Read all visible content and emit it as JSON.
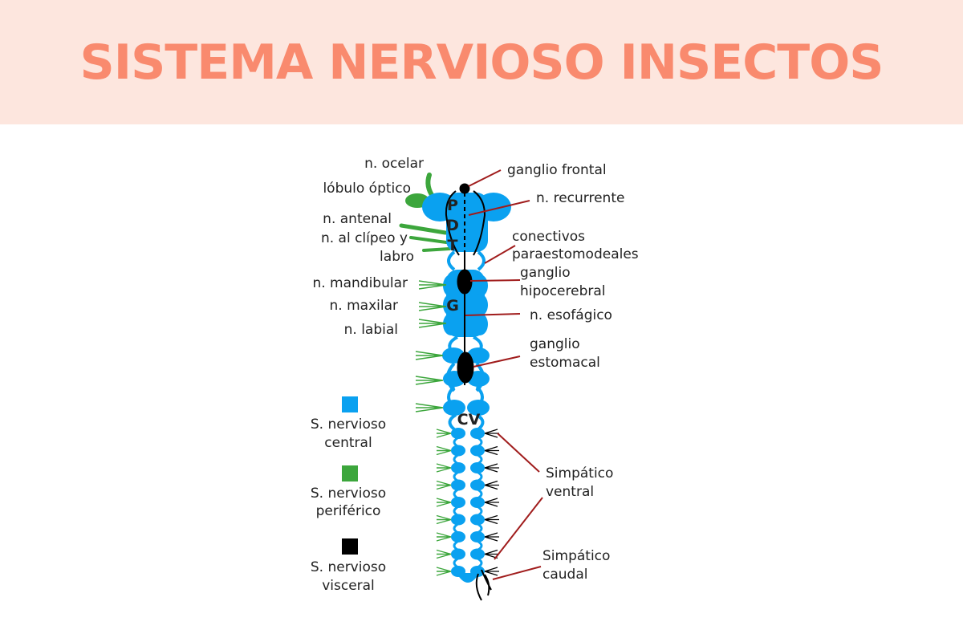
{
  "title": "SISTEMA NERVIOSO INSECTOS",
  "colors": {
    "banner_bg": "#fde6de",
    "title": "#f98a6e",
    "central": "#0aa1f0",
    "peripheral": "#3ca63c",
    "visceral": "#000000",
    "leader": "#a01c1c"
  },
  "diagram": {
    "regions": {
      "p": "P",
      "d": "D",
      "t": "T",
      "g": "G",
      "cv": "CV"
    },
    "left_labels": {
      "ocelar": "n. ocelar",
      "optico": "lóbulo óptico",
      "antenal": "n. antenal",
      "clipeo_1": "n. al clípeo y",
      "clipeo_2": "labro",
      "mandibular": "n. mandibular",
      "maxilar": "n. maxilar",
      "labial": "n. labial"
    },
    "right_labels": {
      "frontal": "ganglio frontal",
      "recurrente": "n. recurrente",
      "conectivos_1": "conectivos",
      "conectivos_2": "paraestomodeales",
      "hipocerebral_1": "ganglio",
      "hipocerebral_2": "hipocerebral",
      "esofagico": "n. esofágico",
      "estomacal_1": "ganglio",
      "estomacal_2": "estomacal",
      "ventral_1": "Simpático",
      "ventral_2": "ventral",
      "caudal_1": "Simpático",
      "caudal_2": "caudal"
    },
    "legend": {
      "central_1": "S. nervioso",
      "central_2": "central",
      "peripheral_1": "S. nervioso",
      "peripheral_2": "periférico",
      "visceral_1": "S. nervioso",
      "visceral_2": "visceral"
    }
  }
}
